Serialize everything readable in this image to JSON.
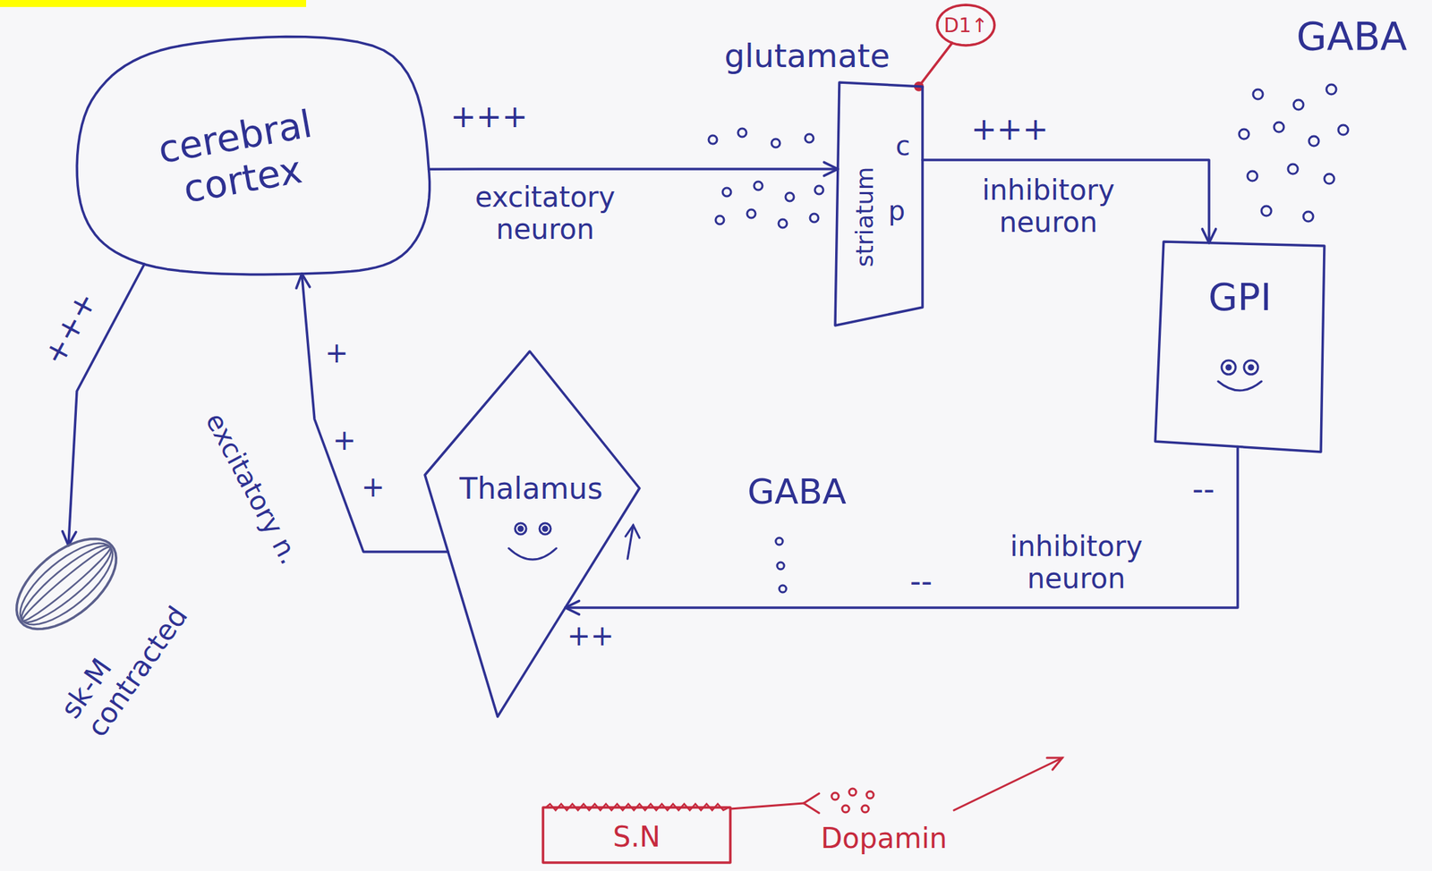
{
  "diagram": {
    "nodes": [
      {
        "text": [
          "cerebral cortex"
        ]
      },
      {
        "text": [
          "D1↑"
        ]
      },
      {
        "text": [
          "striatum",
          "c",
          "p"
        ]
      },
      {
        "text": [
          "GPI"
        ]
      },
      {
        "text": [
          "Thalamus"
        ]
      },
      {
        "text": [
          "S.N"
        ]
      },
      {
        "text": [
          "sk-M contracted"
        ]
      }
    ],
    "edges": [
      {
        "from": 0,
        "to": 2,
        "arrow": "to",
        "label": "excitatory neuron"
      },
      {
        "from": 2,
        "to": 3,
        "arrow": "to",
        "label": "inhibitory neuron"
      },
      {
        "from": 3,
        "to": 4,
        "arrow": "to",
        "label": "inhibitory neuron"
      },
      {
        "from": 4,
        "to": 0,
        "arrow": "to",
        "label": "excitatory n."
      },
      {
        "from": 0,
        "to": 6,
        "arrow": "to"
      },
      {
        "from": 1,
        "to": 2,
        "arrow": "none"
      }
    ],
    "labels": [
      "glutamate",
      "GABA",
      "+++",
      "+++",
      "GABA",
      "--",
      "--",
      "++",
      "+",
      "+",
      "+",
      "+++",
      "Dopamin"
    ]
  }
}
